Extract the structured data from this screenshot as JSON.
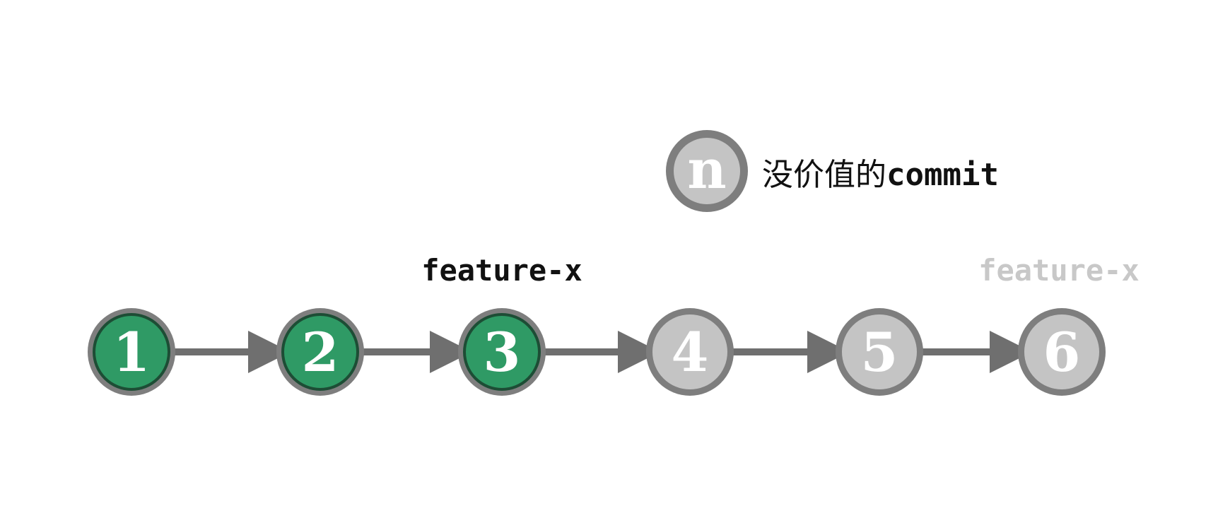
{
  "colors": {
    "kept_fill": "#2f9a65",
    "kept_stroke": "#1d4d35",
    "dropped_fill": "#c4c4c4",
    "ring": "#7e7e7e",
    "arrow": "#6f6f6f",
    "node_text": "#ffffff",
    "label_active": "#111111",
    "label_faded": "#c8c8c8"
  },
  "commits": [
    {
      "label": "1",
      "state": "kept"
    },
    {
      "label": "2",
      "state": "kept"
    },
    {
      "label": "3",
      "state": "kept"
    },
    {
      "label": "4",
      "state": "dropped"
    },
    {
      "label": "5",
      "state": "dropped"
    },
    {
      "label": "6",
      "state": "dropped"
    }
  ],
  "branch_labels": {
    "active": "feature-x",
    "faded": "feature-x"
  },
  "legend": {
    "symbol": "n",
    "text_cjk": "没价值的",
    "text_code": "commit"
  }
}
